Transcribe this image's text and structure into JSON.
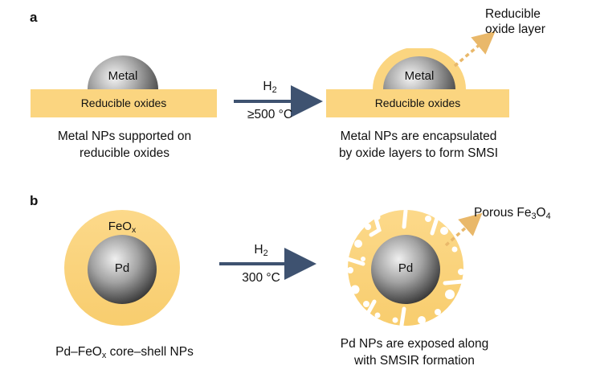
{
  "panel_a": {
    "letter": "a",
    "left": {
      "metal": "Metal",
      "support": "Reducible oxides",
      "caption_line1": "Metal NPs supported on",
      "caption_line2": "reducible oxides"
    },
    "arrow": {
      "gas": "H",
      "gas_sub": "2",
      "temperature": "≥500 °C"
    },
    "right": {
      "metal": "Metal",
      "support": "Reducible oxides",
      "layer_label_line1": "Reducible",
      "layer_label_line2": "oxide layer",
      "caption_line1": "Metal NPs are encapsulated",
      "caption_line2": "by oxide layers to form SMSI"
    }
  },
  "panel_b": {
    "letter": "b",
    "left": {
      "shell": "FeO",
      "shell_sub": "x",
      "core": "Pd",
      "caption_pre": "Pd–FeO",
      "caption_sub": "x",
      "caption_post": " core–shell NPs"
    },
    "arrow": {
      "gas": "H",
      "gas_sub": "2",
      "temperature": "300 °C"
    },
    "right": {
      "core": "Pd",
      "porous_pre": "Porous Fe",
      "porous_sub1": "3",
      "porous_mid": "O",
      "porous_sub2": "4",
      "caption_line1": "Pd NPs are exposed along",
      "caption_line2": "with SMSIR formation"
    }
  },
  "colors": {
    "oxide": "#fbd580",
    "metal_light": "#f2f2f2",
    "metal_dark": "#4a4a4a",
    "arrow": "#3e5270",
    "dashed_arrow": "#e9b86a"
  }
}
